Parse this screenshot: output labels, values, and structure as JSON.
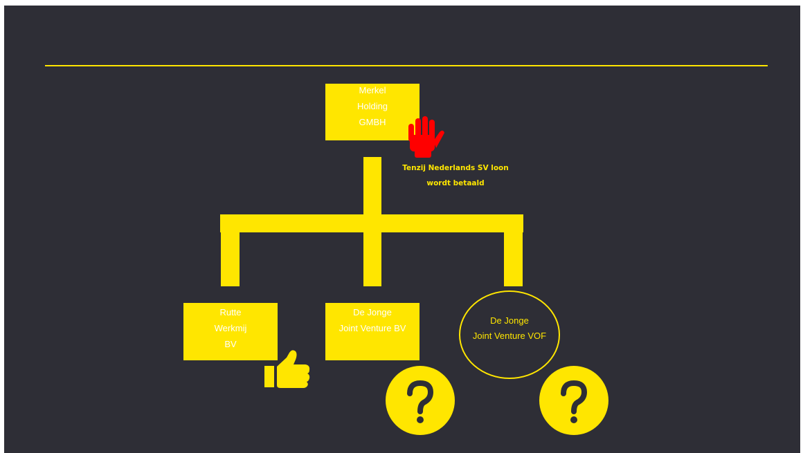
{
  "slide": {
    "background": "#2e2e36",
    "accent": "#ffe600",
    "stop_color": "#ff0000"
  },
  "nodes": {
    "parent": {
      "lines": [
        "Merkel",
        "Holding",
        "GMBH"
      ]
    },
    "child_left": {
      "lines": [
        "Rutte",
        "Werkmij",
        "BV"
      ]
    },
    "child_middle": {
      "lines": [
        "De Jonge",
        "Joint Venture BV"
      ]
    },
    "child_right": {
      "lines": [
        "De Jonge",
        "Joint Venture VOF"
      ]
    }
  },
  "note": {
    "lines": [
      "Tenzij Nederlands SV loon",
      "wordt betaald"
    ]
  },
  "icons": {
    "stop": "stop-hand-icon",
    "approve": "thumbs-up-icon",
    "question_middle": "question-mark-icon",
    "question_right": "question-mark-icon"
  }
}
